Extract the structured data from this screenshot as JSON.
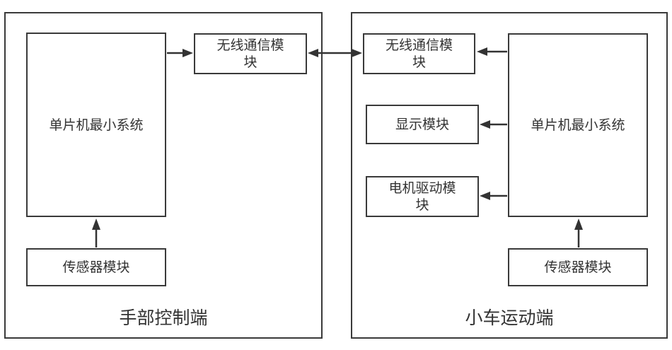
{
  "diagram": {
    "left_group": {
      "caption": "手部控制端",
      "mcu": "单片机最小系统",
      "wireless": "无线通信模块",
      "sensor": "传感器模块"
    },
    "right_group": {
      "caption": "小车运动端",
      "mcu": "单片机最小系统",
      "wireless": "无线通信模块",
      "display": "显示模块",
      "motor": "电机驱动模块",
      "sensor": "传感器模块"
    },
    "connections": [
      {
        "from": "left.mcu",
        "to": "left.wireless",
        "type": "single"
      },
      {
        "from": "left.wireless",
        "to": "right.wireless",
        "type": "bidirectional"
      },
      {
        "from": "right.mcu",
        "to": "right.wireless",
        "type": "single"
      },
      {
        "from": "right.mcu",
        "to": "right.display",
        "type": "single"
      },
      {
        "from": "right.mcu",
        "to": "right.motor",
        "type": "single"
      },
      {
        "from": "left.sensor",
        "to": "left.mcu",
        "type": "single"
      },
      {
        "from": "right.sensor",
        "to": "right.mcu",
        "type": "single"
      }
    ]
  }
}
